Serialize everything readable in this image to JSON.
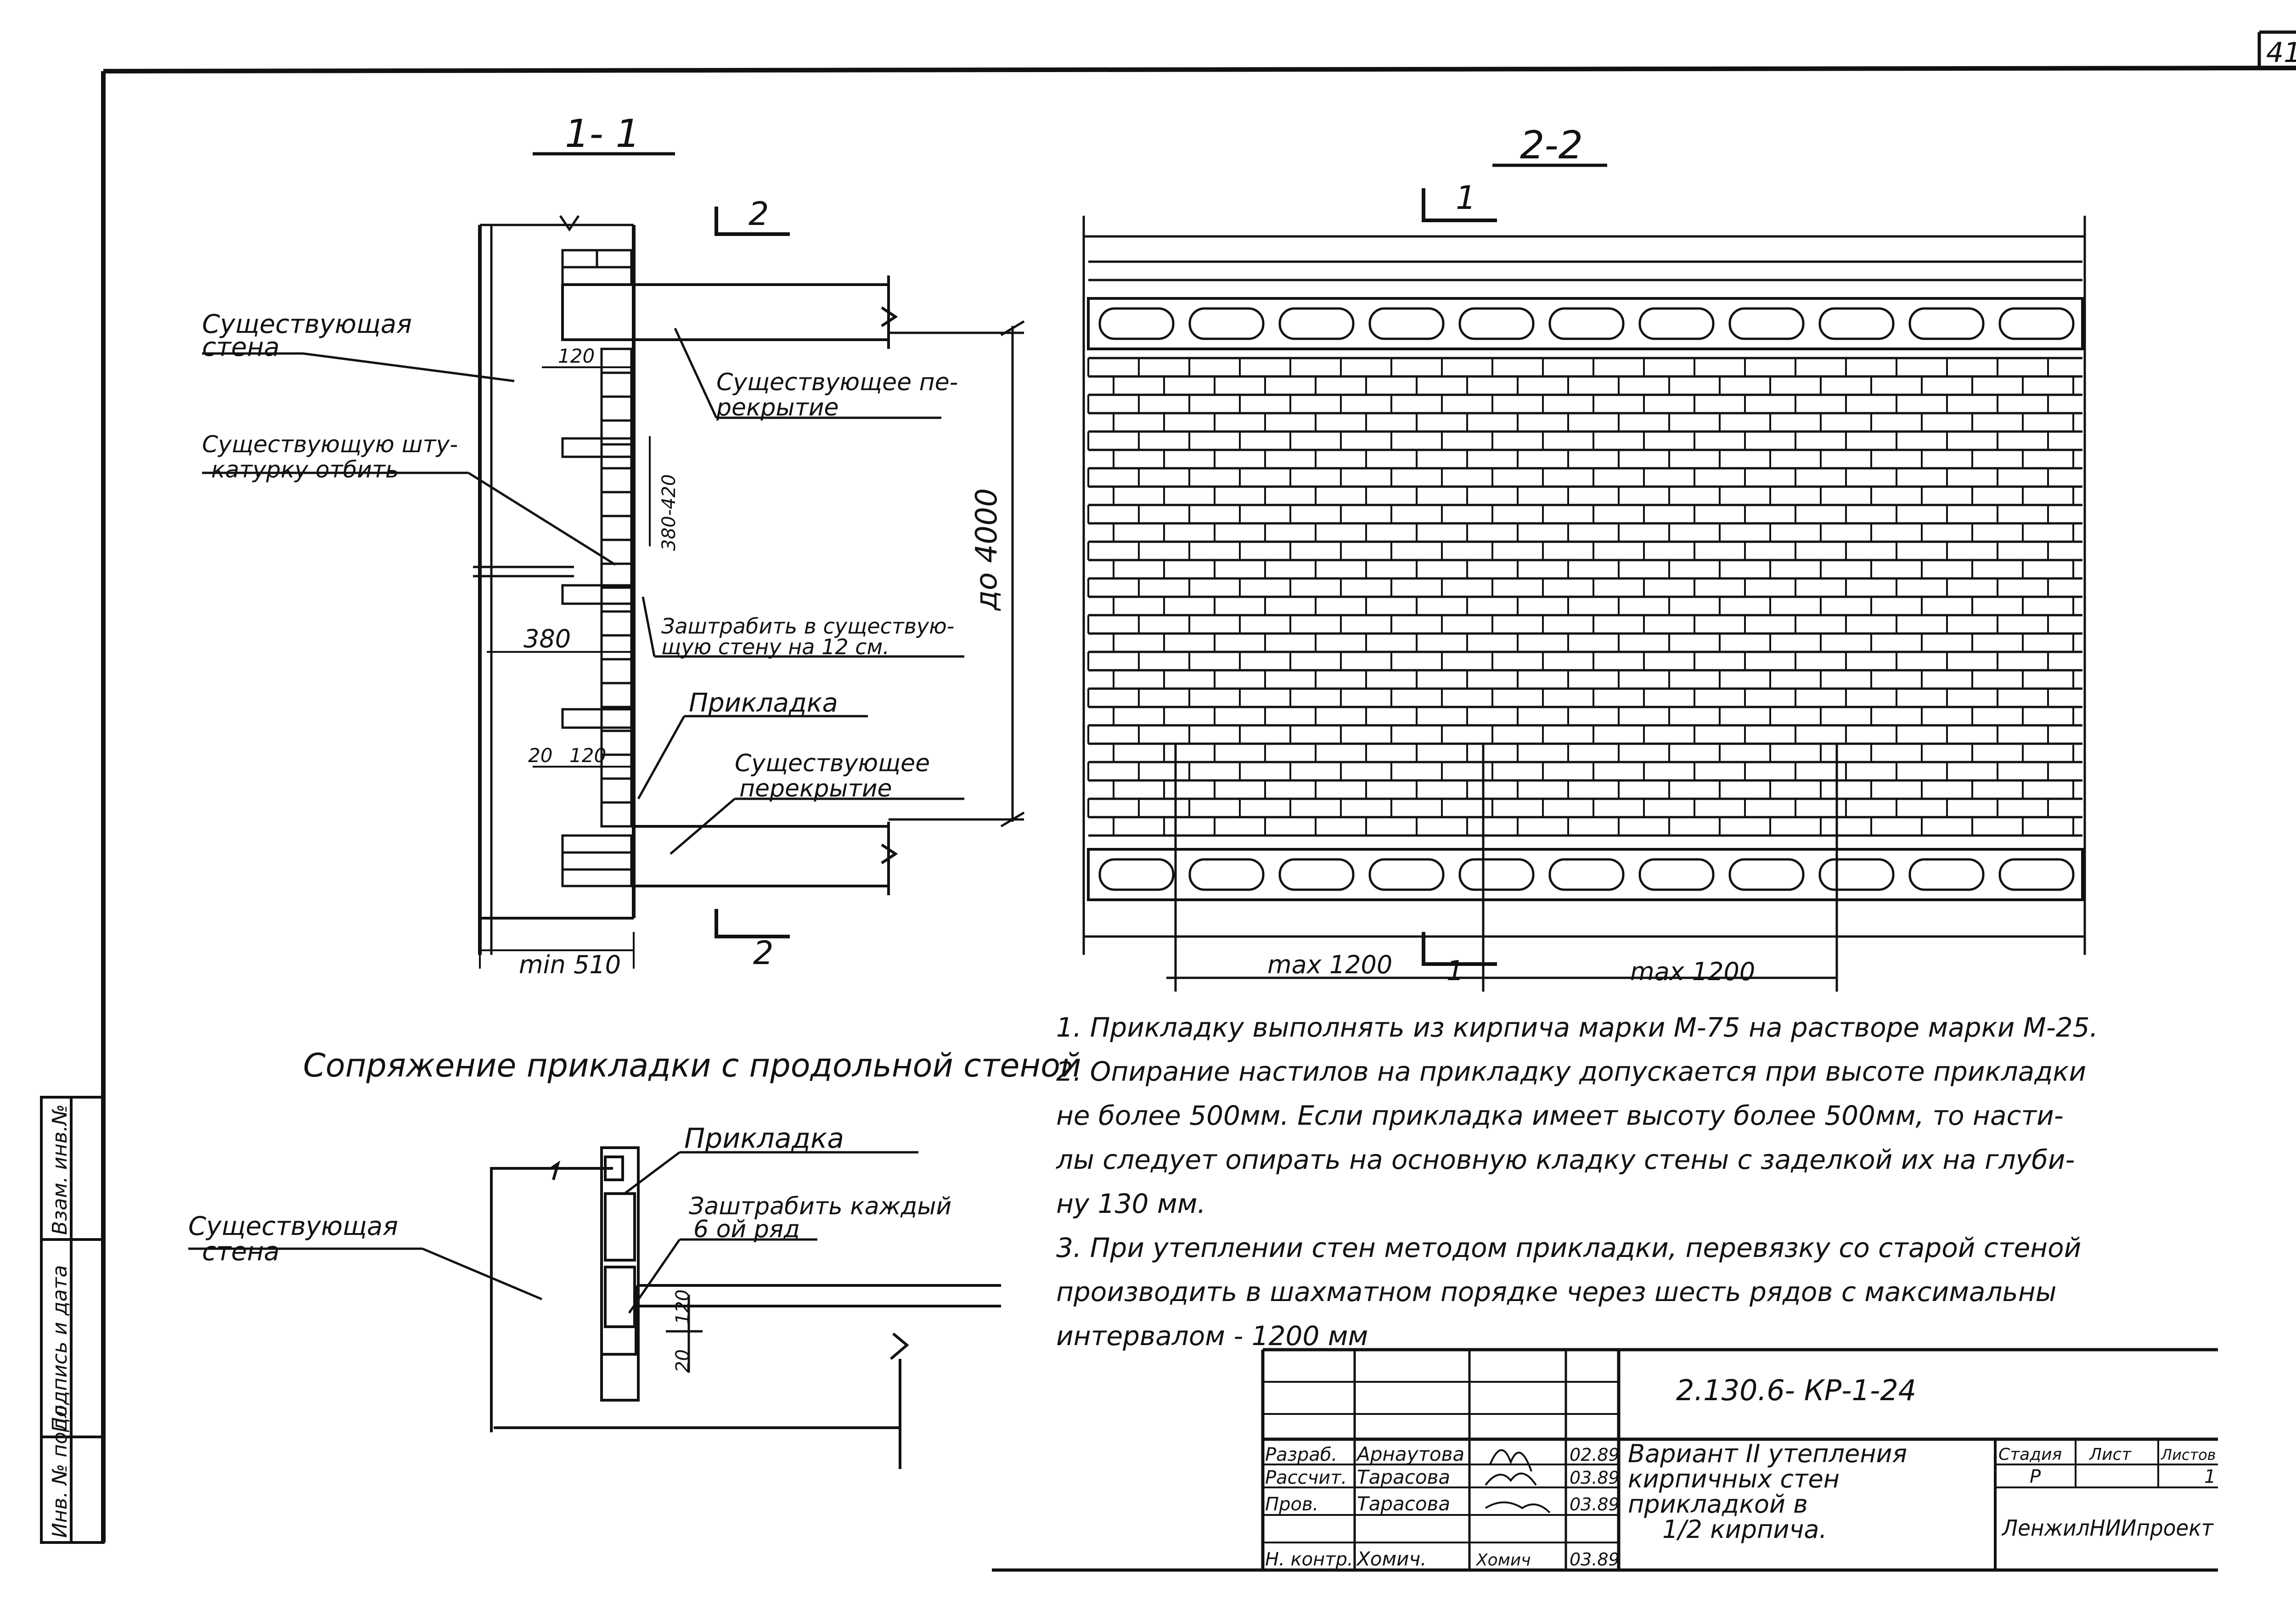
{
  "sheet_number": "41",
  "section_1": {
    "title": "1- 1",
    "cut_mark_top": "2",
    "cut_mark_bottom": "2",
    "labels": {
      "existing_wall": [
        "Существующая",
        "стена"
      ],
      "remove_plaster": [
        "Существующую шту-",
        "катурку отбить"
      ],
      "existing_floor_top": [
        "Существующее пе-",
        "рекрытие"
      ],
      "anchor": [
        "Заштрабить в существую-",
        "щую стену на 12 см."
      ],
      "pristroyka": "Прикладка",
      "existing_floor_bottom": [
        "Существующее",
        "перекрытие"
      ]
    },
    "dims": {
      "d120a": "120",
      "d380_420": "380-420",
      "d380": "380",
      "d20": "20",
      "d120b": "120",
      "height": "до 4000",
      "min510": "min 510"
    }
  },
  "section_2": {
    "title": "2-2",
    "cut_mark_top": "1",
    "cut_mark_bottom": "1",
    "max_left": "max 1200",
    "max_right": "max 1200"
  },
  "junction": {
    "title": "Сопряжение прикладки с продольной стеной",
    "existing_wall": [
      "Существующая",
      "стена"
    ],
    "pristroyka": "Прикладка",
    "anchor": [
      "Заштрабить каждый",
      "6 ой ряд"
    ],
    "d120": "120",
    "d20": "20"
  },
  "notes": [
    "1. Прикладку выполнять из кирпича марки М-75  на растворе  марки М-25.",
    "2. Опирание настилов на прикладку допускается  при высоте  прикладки",
    "не более 500мм. Если прикладка имеет  высоту более 500мм, то насти-",
    "лы следует опирать на основную кладку стены с заделкой их на глуби-",
    "ну 130 мм.",
    "3. При утеплении стен  методом прикладки, перевязку со старой стеной",
    "производить в шахматном порядке через шесть рядов с максимальны",
    "интервалом - 1200 мм"
  ],
  "title_block": {
    "code": "2.130.6- КР-1-24",
    "roles": [
      "Разраб.",
      "Рассчит.",
      "Пров.",
      "",
      "Н. контр."
    ],
    "names": [
      "Арнаутова",
      "Тарасова",
      "Тарасова",
      "",
      "Хомич."
    ],
    "dates": [
      "02.89",
      "03.89",
      "03.89",
      "",
      "03.89"
    ],
    "signature_texts": [
      "",
      "",
      "",
      "",
      "Хомич"
    ],
    "description": [
      "Вариант II утепления",
      "кирпичных стен",
      "прикладкой в",
      "1/2 кирпича."
    ],
    "stage_header": "Стадия",
    "sheet_header": "Лист",
    "sheets_header": "Листов",
    "stage": "Р",
    "sheet": "1",
    "organization": "ЛенжилНИИпроект"
  },
  "left_strip": [
    "Взам. инв.№",
    "Подпись и дата",
    "Инв. № подл."
  ]
}
